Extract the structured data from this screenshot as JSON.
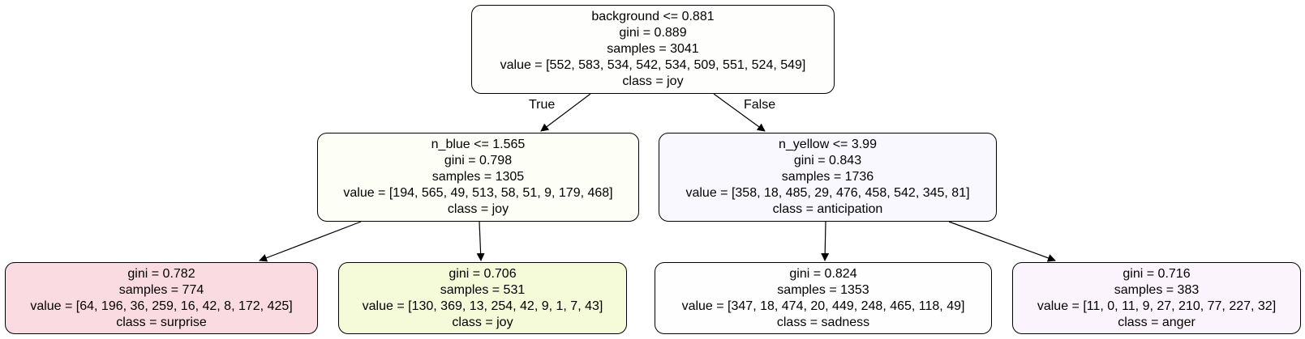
{
  "tree": {
    "edge_labels": {
      "true_label": "True",
      "false_label": "False"
    },
    "nodes": [
      {
        "id": "root",
        "split": "background <= 0.881",
        "gini": "gini = 0.889",
        "samples": "samples = 3041",
        "value": "value = [552, 583, 534, 542, 534, 509, 551, 524, 549]",
        "class": "class = joy",
        "fill": "#fefefc"
      },
      {
        "id": "left",
        "split": "n_blue <= 1.565",
        "gini": "gini = 0.798",
        "samples": "samples = 1305",
        "value": "value = [194, 565, 49, 513, 58, 51, 9, 179, 468]",
        "class": "class = joy",
        "fill": "#fdfef6"
      },
      {
        "id": "right",
        "split": "n_yellow <= 3.99",
        "gini": "gini = 0.843",
        "samples": "samples = 1736",
        "value": "value = [358, 18, 485, 29, 476, 458, 542, 345, 81]",
        "class": "class = anticipation",
        "fill": "#f9f8fe"
      },
      {
        "id": "ll",
        "split": "",
        "gini": "gini = 0.782",
        "samples": "samples = 774",
        "value": "value = [64, 196, 36, 259, 16, 42, 8, 172, 425]",
        "class": "class = surprise",
        "fill": "#fadbe2"
      },
      {
        "id": "lr",
        "split": "",
        "gini": "gini = 0.706",
        "samples": "samples = 531",
        "value": "value = [130, 369, 13, 254, 42, 9, 1, 7, 43]",
        "class": "class = joy",
        "fill": "#f5fad9"
      },
      {
        "id": "rl",
        "split": "",
        "gini": "gini = 0.824",
        "samples": "samples = 1353",
        "value": "value = [347, 18, 474, 20, 449, 248, 465, 118, 49]",
        "class": "class = sadness",
        "fill": "#fefeff"
      },
      {
        "id": "rr",
        "split": "",
        "gini": "gini = 0.716",
        "samples": "samples = 383",
        "value": "value = [11, 0, 11, 9, 27, 210, 77, 227, 32]",
        "class": "class = anger",
        "fill": "#fbf4fc"
      }
    ]
  }
}
